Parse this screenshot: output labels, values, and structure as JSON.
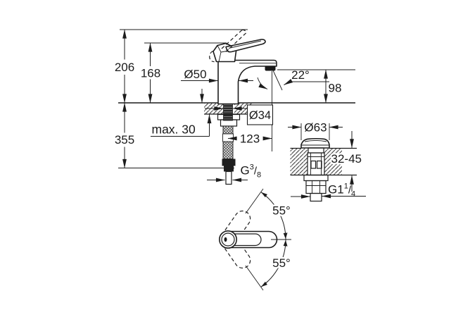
{
  "drawing": {
    "title": "faucet-installation-dimension-drawing",
    "colors": {
      "ink": "#1a1a1a",
      "background": "#ffffff"
    },
    "side": {
      "h206": "206",
      "h168": "168",
      "d50": "Ø50",
      "angle22": "22°",
      "h98": "98",
      "h355": "355",
      "max30": "max. 30",
      "d34": "Ø34",
      "proj123": "123",
      "g38": {
        "base": "G",
        "sup": "3",
        "slash": "/",
        "sub": "8"
      }
    },
    "drain": {
      "d63": "Ø63",
      "range3245": "32-45",
      "g114": {
        "base": "G1",
        "sup": "1",
        "slash": "/",
        "sub": "4"
      }
    },
    "top": {
      "angle_upper": "55°",
      "angle_lower": "55°"
    }
  }
}
